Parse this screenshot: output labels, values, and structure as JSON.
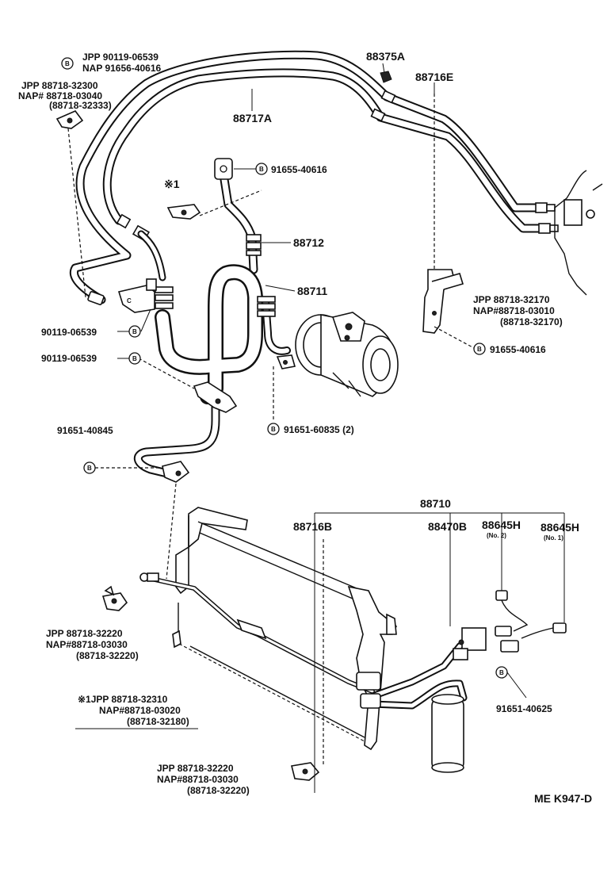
{
  "labels": {
    "p88375a": "88375A",
    "p88716e": "88716E",
    "p88717a": "88717A",
    "p88712": "88712",
    "p88711": "88711",
    "p88710": "88710",
    "p88716b": "88716B",
    "p88470b": "88470B",
    "p88645h2": "88645H",
    "p88645h2_sub": "(No. 2)",
    "p88645h1": "88645H",
    "p88645h1_sub": "(No. 1)",
    "star1": "※1",
    "b": "B"
  },
  "callouts": {
    "c1_l1": "JPP    90119-06539",
    "c1_l2": "NAP  91656-40616",
    "c2_l1": "JPP    88718-32300",
    "c2_l2": "NAP# 88718-03040",
    "c2_l3": "(88718-32333)",
    "c3": "91655-40616",
    "c4_l1": "JPP    88718-32170",
    "c4_l2": "NAP#88718-03010",
    "c4_l3": "(88718-32170)",
    "c5": "91655-40616",
    "c6": "90119-06539",
    "c7": "90119-06539",
    "c8": "91651-60835 (2)",
    "c9": "91651-40845",
    "c10_l1": "JPP    88718-32220",
    "c10_l2": "NAP#88718-03030",
    "c10_l3": "(88718-32220)",
    "c11_l1": "※1JPP    88718-32310",
    "c11_l2": "NAP#88718-03020",
    "c11_l3": "(88718-32180)",
    "c12": "91651-40625",
    "c13_l1": "JPP    88718-32220",
    "c13_l2": "NAP#88718-03030",
    "c13_l3": "(88718-32220)"
  },
  "footer": {
    "code": "ME K947-D"
  }
}
